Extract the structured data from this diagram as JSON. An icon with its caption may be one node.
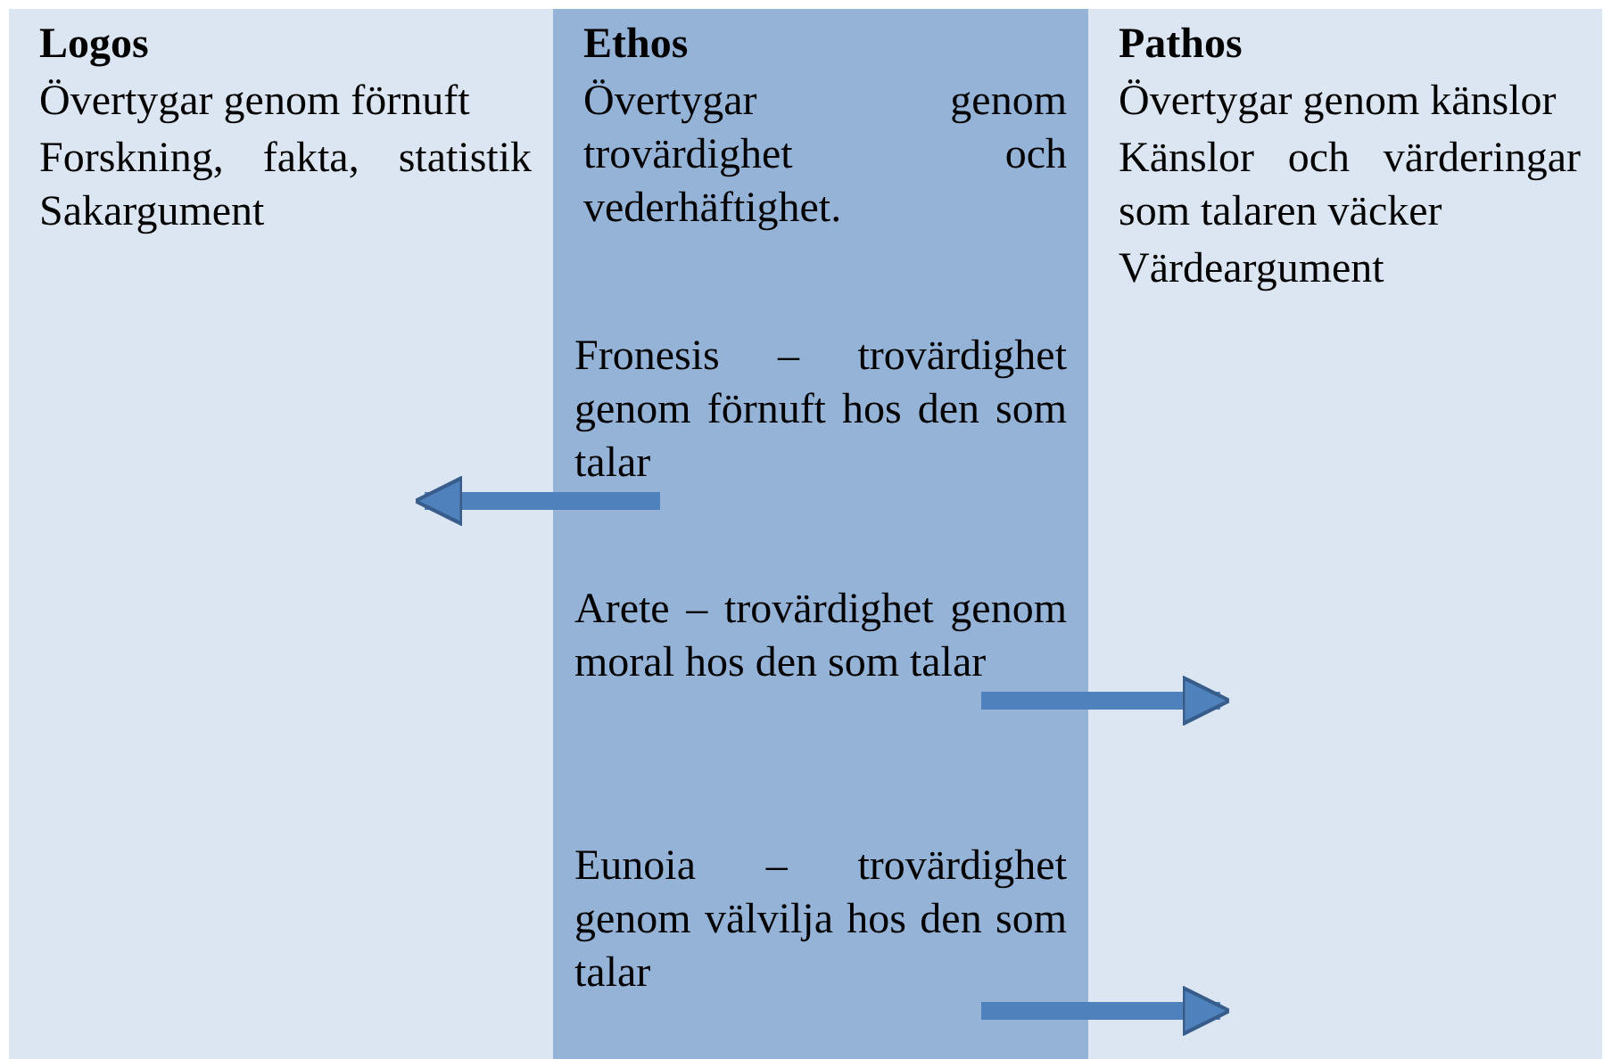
{
  "diagram": {
    "nodes": [
      {
        "text": [
          "Logos",
          "Övertygar genom förnuft",
          "Forskning, fakta, statistik Sakargument"
        ]
      },
      {
        "text": [
          "Ethos",
          "Övertygar genom trovärdighet och vederhäftighet."
        ]
      },
      {
        "text": [
          "Fronesis – trovärdighet genom förnuft hos den som talar"
        ],
        "in": 1
      },
      {
        "text": [
          "Arete – trovärdighet genom moral hos den som talar"
        ],
        "in": 1
      },
      {
        "text": [
          "Eunoia – trovärdighet genom välvilja hos den som talar"
        ],
        "in": 1
      },
      {
        "text": [
          "Pathos",
          "Övertygar genom känslor",
          "Känslor och värderingar som talaren väcker",
          "Värdeargument"
        ]
      }
    ],
    "edges": [
      {
        "from": 2,
        "to": 0,
        "arrow": "to"
      },
      {
        "from": 3,
        "to": 5,
        "arrow": "to"
      },
      {
        "from": 4,
        "to": 5,
        "arrow": "to"
      }
    ]
  }
}
